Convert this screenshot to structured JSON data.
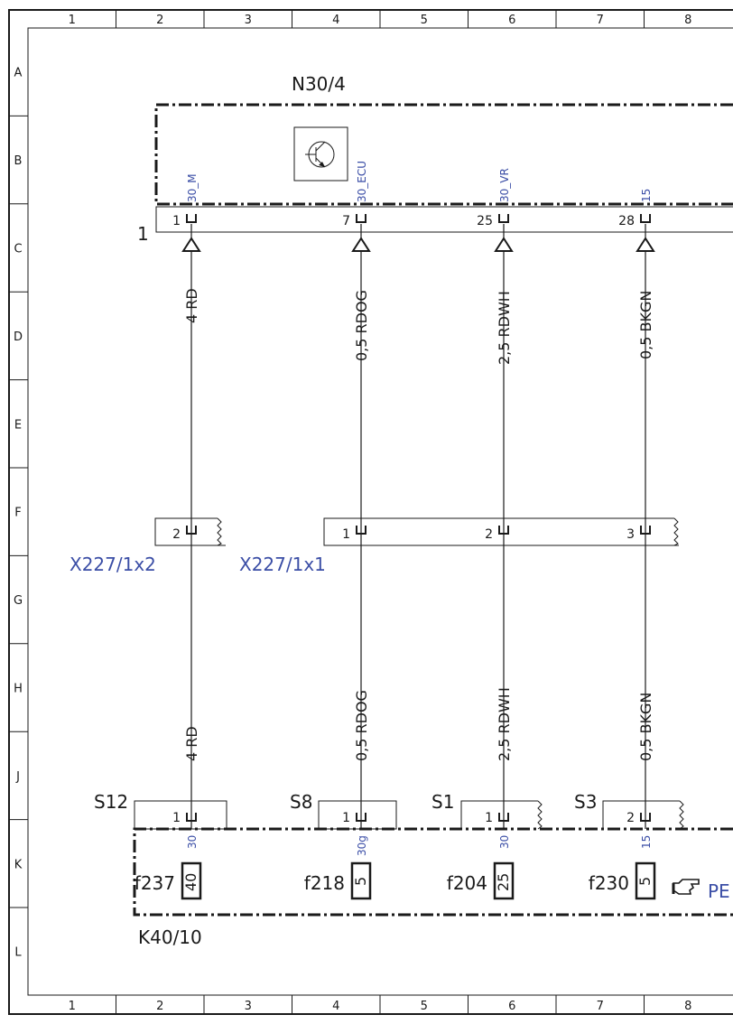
{
  "grid": {
    "columns": [
      "1",
      "2",
      "3",
      "4",
      "5",
      "6",
      "7",
      "8"
    ],
    "rows": [
      "A",
      "B",
      "C",
      "D",
      "E",
      "F",
      "G",
      "H",
      "J",
      "K",
      "L"
    ]
  },
  "components": {
    "top_module": "N30/4",
    "top_connector_pin_label": "1",
    "bottom_module": "K40/10",
    "connector_a": "X227/1x2",
    "connector_b": "X227/1x1",
    "bottom_reference": "PE"
  },
  "wires": [
    {
      "top_signal": "30_M",
      "top_pin": "1",
      "upper_label": "4 RD",
      "mid_pin": "2",
      "lower_label": "4 RD",
      "splice": "S12",
      "bottom_pin": "1",
      "bottom_signal": "30",
      "fuse": "f237",
      "fuse_rating": "40"
    },
    {
      "top_signal": "30_ECU",
      "top_pin": "7",
      "upper_label": "0,5 RDOG",
      "mid_pin": "1",
      "lower_label": "0,5 RDOG",
      "splice": "S8",
      "bottom_pin": "1",
      "bottom_signal": "30g",
      "fuse": "f218",
      "fuse_rating": "5"
    },
    {
      "top_signal": "30_VR",
      "top_pin": "25",
      "upper_label": "2,5 RDWH",
      "mid_pin": "2",
      "lower_label": "2,5 RDWH",
      "splice": "S1",
      "bottom_pin": "1",
      "bottom_signal": "30",
      "fuse": "f204",
      "fuse_rating": "25"
    },
    {
      "top_signal": "15",
      "top_pin": "28",
      "upper_label": "0,5 BKGN",
      "mid_pin": "3",
      "lower_label": "0,5 BKGN",
      "splice": "S3",
      "bottom_pin": "2",
      "bottom_signal": "15",
      "fuse": "f230",
      "fuse_rating": "5"
    }
  ]
}
